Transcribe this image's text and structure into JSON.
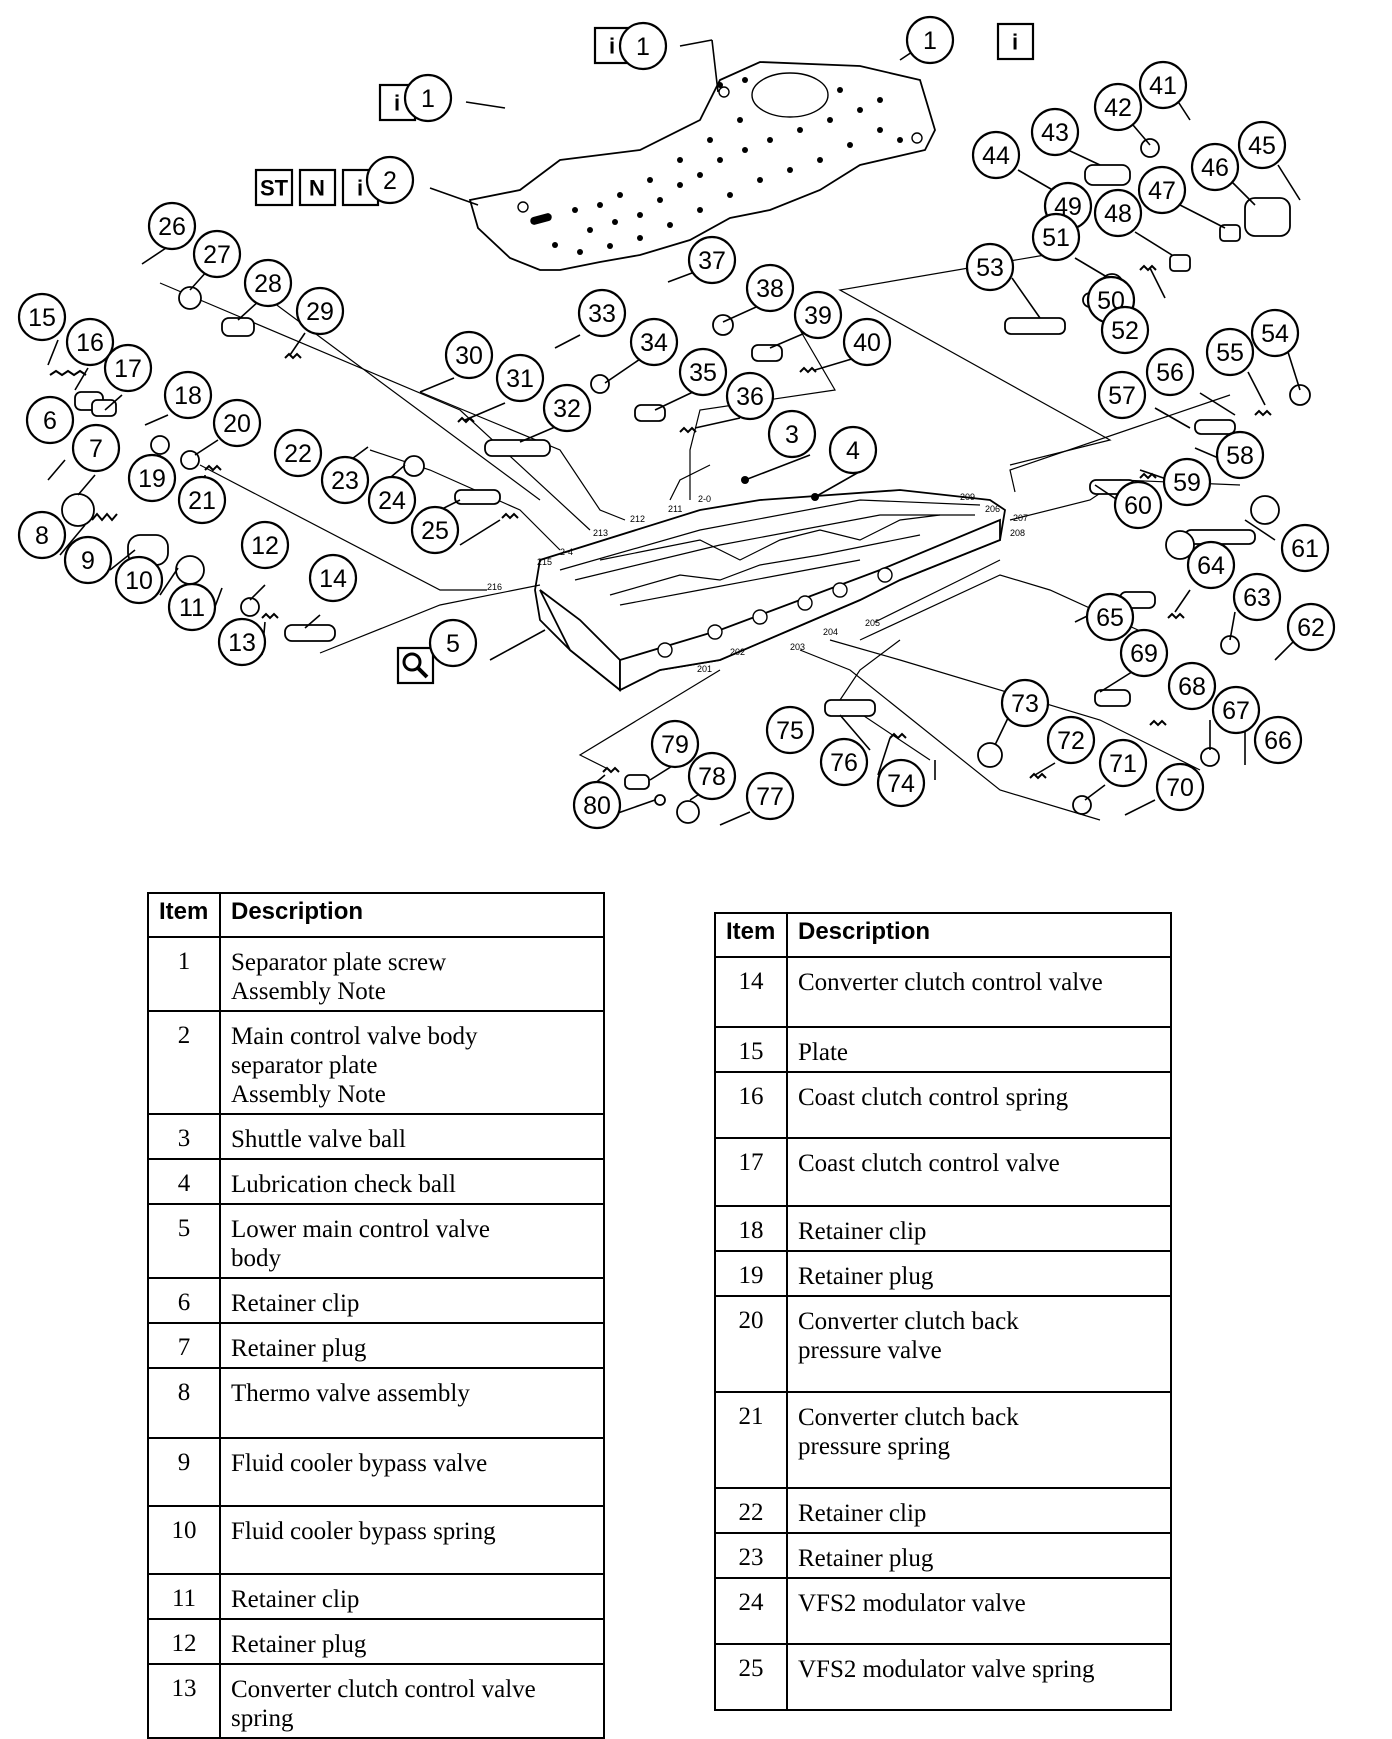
{
  "diagram": {
    "badges": {
      "info": "i",
      "special_tool": "ST",
      "new": "N"
    },
    "callouts": [
      "1",
      "1",
      "1",
      "2",
      "3",
      "4",
      "5",
      "6",
      "7",
      "8",
      "9",
      "10",
      "11",
      "12",
      "13",
      "14",
      "15",
      "16",
      "17",
      "18",
      "19",
      "20",
      "21",
      "22",
      "23",
      "24",
      "25",
      "26",
      "27",
      "28",
      "29",
      "30",
      "31",
      "32",
      "33",
      "34",
      "35",
      "36",
      "37",
      "38",
      "39",
      "40",
      "41",
      "42",
      "43",
      "44",
      "45",
      "46",
      "47",
      "48",
      "49",
      "50",
      "51",
      "52",
      "53",
      "54",
      "55",
      "56",
      "57",
      "58",
      "59",
      "60",
      "61",
      "62",
      "63",
      "64",
      "65",
      "66",
      "67",
      "68",
      "69",
      "70",
      "71",
      "72",
      "73",
      "74",
      "75",
      "76",
      "77",
      "78",
      "79",
      "80"
    ]
  },
  "tables": {
    "header_item": "Item",
    "header_description": "Description",
    "left_rows": [
      {
        "item": "1",
        "description": "Separator plate screw\nAssembly Note"
      },
      {
        "item": "2",
        "description": "Main control valve body\nseparator plate\nAssembly Note"
      },
      {
        "item": "3",
        "description": "Shuttle valve ball"
      },
      {
        "item": "4",
        "description": "Lubrication check ball"
      },
      {
        "item": "5",
        "description": "Lower main control valve\nbody"
      },
      {
        "item": "6",
        "description": "Retainer clip"
      },
      {
        "item": "7",
        "description": "Retainer plug"
      },
      {
        "item": "8",
        "description": "Thermo valve assembly"
      },
      {
        "item": "9",
        "description": "Fluid cooler bypass valve"
      },
      {
        "item": "10",
        "description": "Fluid cooler bypass spring"
      },
      {
        "item": "11",
        "description": "Retainer clip"
      },
      {
        "item": "12",
        "description": "Retainer plug"
      },
      {
        "item": "13",
        "description": "Converter clutch control valve\nspring"
      }
    ],
    "right_rows": [
      {
        "item": "14",
        "description": "Converter clutch control valve"
      },
      {
        "item": "15",
        "description": "Plate"
      },
      {
        "item": "16",
        "description": "Coast clutch control spring"
      },
      {
        "item": "17",
        "description": "Coast clutch control valve"
      },
      {
        "item": "18",
        "description": "Retainer clip"
      },
      {
        "item": "19",
        "description": "Retainer plug"
      },
      {
        "item": "20",
        "description": "Converter clutch back\npressure valve"
      },
      {
        "item": "21",
        "description": "Converter clutch back\npressure spring"
      },
      {
        "item": "22",
        "description": "Retainer clip"
      },
      {
        "item": "23",
        "description": "Retainer plug"
      },
      {
        "item": "24",
        "description": "VFS2 modulator valve"
      },
      {
        "item": "25",
        "description": "VFS2 modulator valve spring"
      }
    ]
  }
}
